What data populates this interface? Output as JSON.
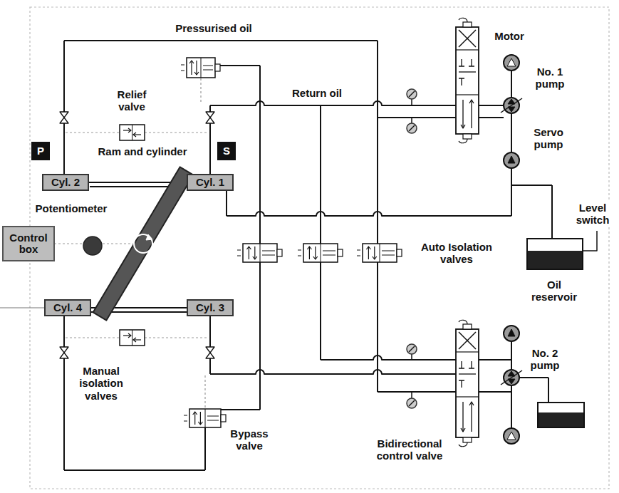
{
  "diagram": {
    "nodes": [
      {
        "text": [
          "P"
        ]
      },
      {
        "text": [
          "S"
        ]
      },
      {
        "text": [
          "Cyl. 2"
        ]
      },
      {
        "text": [
          "Cyl. 1"
        ]
      },
      {
        "text": [
          "Control box"
        ]
      },
      {
        "text": [
          "Cyl. 4"
        ]
      },
      {
        "text": [
          "Cyl. 3"
        ]
      }
    ],
    "edges": [
      {
        "from": 2,
        "to": 3,
        "arrow": "none"
      },
      {
        "from": 5,
        "to": 6,
        "arrow": "none"
      }
    ],
    "labels": [
      "Pressurised oil",
      "Motor",
      "No. 1 pump",
      "Relief valve",
      "Return oil",
      "Ram and cylinder",
      "Servo pump",
      "Level switch",
      "Potentiometer",
      "Auto Isolation valves",
      "Oil reservoir",
      "Manual isolation valves",
      "No. 2 pump",
      "Bypass valve",
      "Bidirectional control valve"
    ]
  }
}
